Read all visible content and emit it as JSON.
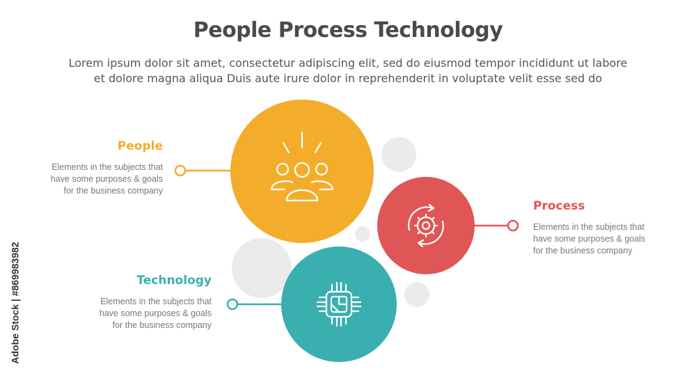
{
  "title": "People Process Technology",
  "subtitle_line1": "Lorem ipsum dolor sit amet, consectetur adipiscing elit, sed do eiusmod tempor incididunt ut labore",
  "subtitle_line2": "et dolore magna aliqua Duis aute irure dolor in reprehenderit in voluptate velit esse sed do",
  "items": [
    {
      "title": "People",
      "desc": [
        "Elements in the subjects that",
        "have  some purposes & goals",
        "for the  business company"
      ],
      "icon": "people-group-icon",
      "color": "#F4AC2B"
    },
    {
      "title": "Process",
      "desc": [
        "Elements in the subjects that",
        "have  some purposes & goals",
        "for the  business company"
      ],
      "icon": "gear-cycle-icon",
      "color": "#E05555"
    },
    {
      "title": "Technology",
      "desc": [
        "Elements in the subjects that",
        "have  some purposes & goals",
        "for the  business company"
      ],
      "icon": "microchip-icon",
      "color": "#3AAFB0"
    }
  ],
  "watermark": "Adobe Stock | #869983982"
}
